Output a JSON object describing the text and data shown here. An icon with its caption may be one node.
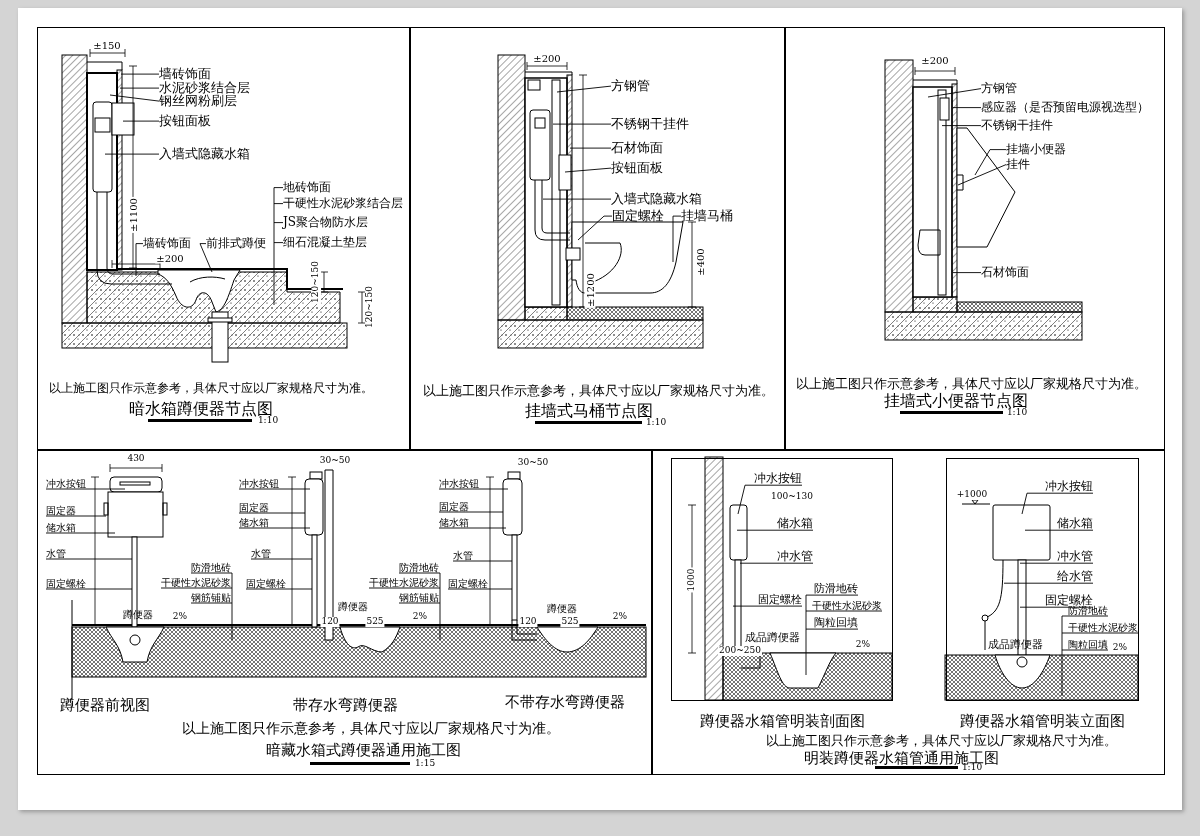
{
  "diagram": {
    "nodes": [
      {
        "text": [
          "以上施工图只作示意参考，具体尺寸应以厂家规格尺寸为准。",
          "暗水箱蹲便器节点图"
        ]
      },
      {
        "text": [
          "墙砖饰面"
        ],
        "in": 0
      },
      {
        "text": [
          "水泥砂浆结合层"
        ],
        "in": 0
      },
      {
        "text": [
          "钢丝网粉刷层"
        ],
        "in": 0
      },
      {
        "text": [
          "按钮面板"
        ],
        "in": 0
      },
      {
        "text": [
          "入墙式隐藏水箱"
        ],
        "in": 0
      },
      {
        "text": [
          "地砖饰面"
        ],
        "in": 0
      },
      {
        "text": [
          "干硬性水泥砂浆结合层"
        ],
        "in": 0
      },
      {
        "text": [
          "JS聚合物防水层"
        ],
        "in": 0
      },
      {
        "text": [
          "细石混凝土垫层"
        ],
        "in": 0
      },
      {
        "text": [
          "墙砖饰面"
        ],
        "in": 0
      },
      {
        "text": [
          "前排式蹲便"
        ],
        "in": 0
      },
      {
        "text": [
          "以上施工图只作示意参考，具体尺寸应以厂家规格尺寸为准。",
          "挂墙式马桶节点图"
        ]
      },
      {
        "text": [
          "方钢管"
        ],
        "in": 12
      },
      {
        "text": [
          "不锈钢干挂件"
        ],
        "in": 12
      },
      {
        "text": [
          "石材饰面"
        ],
        "in": 12
      },
      {
        "text": [
          "按钮面板"
        ],
        "in": 12
      },
      {
        "text": [
          "入墙式隐藏水箱"
        ],
        "in": 12
      },
      {
        "text": [
          "固定螺栓"
        ],
        "in": 12
      },
      {
        "text": [
          "挂墙马桶"
        ],
        "in": 12
      },
      {
        "text": [
          "以上施工图只作示意参考，具体尺寸应以厂家规格尺寸为准。",
          "挂墙式小便器节点图"
        ]
      },
      {
        "text": [
          "方钢管"
        ],
        "in": 20
      },
      {
        "text": [
          "感应器（是否预留电源视选型）"
        ],
        "in": 20
      },
      {
        "text": [
          "不锈钢干挂件"
        ],
        "in": 20
      },
      {
        "text": [
          "挂墙小便器"
        ],
        "in": 20
      },
      {
        "text": [
          "挂件"
        ],
        "in": 20
      },
      {
        "text": [
          "石材饰面"
        ],
        "in": 20
      },
      {
        "text": [
          "以上施工图只作示意参考，具体尺寸应以厂家规格尺寸为准。",
          "暗藏水箱式蹲便器通用施工图"
        ]
      },
      {
        "text": [
          "冲水按钮"
        ],
        "in": 27
      },
      {
        "text": [
          "固定器"
        ],
        "in": 27
      },
      {
        "text": [
          "储水箱"
        ],
        "in": 27
      },
      {
        "text": [
          "水管"
        ],
        "in": 27
      },
      {
        "text": [
          "固定螺栓"
        ],
        "in": 27
      },
      {
        "text": [
          "防滑地砖"
        ],
        "in": 27
      },
      {
        "text": [
          "干硬性水泥砂浆"
        ],
        "in": 27
      },
      {
        "text": [
          "钢筋铺贴"
        ],
        "in": 27
      },
      {
        "text": [
          "冲水按钮"
        ],
        "in": 27
      },
      {
        "text": [
          "固定器"
        ],
        "in": 27
      },
      {
        "text": [
          "储水箱"
        ],
        "in": 27
      },
      {
        "text": [
          "水管"
        ],
        "in": 27
      },
      {
        "text": [
          "固定螺栓"
        ],
        "in": 27
      },
      {
        "text": [
          "防滑地砖"
        ],
        "in": 27
      },
      {
        "text": [
          "干硬性水泥砂浆"
        ],
        "in": 27
      },
      {
        "text": [
          "钢筋铺贴"
        ],
        "in": 27
      },
      {
        "text": [
          "冲水按钮"
        ],
        "in": 27
      },
      {
        "text": [
          "固定器"
        ],
        "in": 27
      },
      {
        "text": [
          "储水箱"
        ],
        "in": 27
      },
      {
        "text": [
          "水管"
        ],
        "in": 27
      },
      {
        "text": [
          "固定螺栓"
        ],
        "in": 27
      },
      {
        "text": [
          "以上施工图只作示意参考，具体尺寸应以厂家规格尺寸为准。",
          "明装蹲便器水箱管通用施工图"
        ]
      },
      {
        "text": [],
        "shape": "box",
        "in": 49,
        "beside": [
          "蹲便器水箱管明装剖面图"
        ]
      },
      {
        "text": [
          "冲水按钮"
        ],
        "in": 50
      },
      {
        "text": [
          "储水箱"
        ],
        "in": 50
      },
      {
        "text": [
          "冲水管"
        ],
        "in": 50
      },
      {
        "text": [
          "固定螺栓"
        ],
        "in": 50
      },
      {
        "text": [
          "防滑地砖"
        ],
        "in": 50
      },
      {
        "text": [
          "干硬性水泥砂浆"
        ],
        "in": 50
      },
      {
        "text": [
          "陶粒回填"
        ],
        "in": 50
      },
      {
        "text": [],
        "shape": "box",
        "in": 49,
        "beside": [
          "蹲便器水箱管明装立面图"
        ]
      },
      {
        "text": [
          "冲水按钮"
        ],
        "in": 58
      },
      {
        "text": [
          "储水箱"
        ],
        "in": 58
      },
      {
        "text": [
          "冲水管"
        ],
        "in": 58
      },
      {
        "text": [
          "给水管"
        ],
        "in": 58
      },
      {
        "text": [
          "固定螺栓"
        ],
        "in": 58
      },
      {
        "text": [
          "防滑地砖"
        ],
        "in": 58
      },
      {
        "text": [
          "干硬性水泥砂浆"
        ],
        "in": 58
      },
      {
        "text": [
          "陶粒回填"
        ],
        "in": 58
      }
    ],
    "edges": [
      {
        "from": 1,
        "to": null,
        "arrow": "none"
      },
      {
        "from": 2,
        "to": null,
        "arrow": "none"
      },
      {
        "from": 3,
        "to": null,
        "arrow": "none"
      },
      {
        "from": 4,
        "to": null,
        "arrow": "none"
      },
      {
        "from": 5,
        "to": null,
        "arrow": "none"
      },
      {
        "from": 6,
        "to": null,
        "arrow": "none"
      },
      {
        "from": 7,
        "to": null,
        "arrow": "none"
      },
      {
        "from": 8,
        "to": null,
        "arrow": "none"
      },
      {
        "from": 9,
        "to": null,
        "arrow": "none"
      },
      {
        "from": 10,
        "to": null,
        "arrow": "none"
      },
      {
        "from": 11,
        "to": null,
        "arrow": "none"
      },
      {
        "from": 13,
        "to": null,
        "arrow": "none"
      },
      {
        "from": 14,
        "to": null,
        "arrow": "none"
      },
      {
        "from": 15,
        "to": null,
        "arrow": "none"
      },
      {
        "from": 16,
        "to": null,
        "arrow": "none"
      },
      {
        "from": 17,
        "to": null,
        "arrow": "none"
      },
      {
        "from": 18,
        "to": null,
        "arrow": "none"
      },
      {
        "from": 19,
        "to": null,
        "arrow": "none"
      },
      {
        "from": 21,
        "to": null,
        "arrow": "none"
      },
      {
        "from": 22,
        "to": null,
        "arrow": "none"
      },
      {
        "from": 23,
        "to": null,
        "arrow": "none"
      },
      {
        "from": 24,
        "to": null,
        "arrow": "none"
      },
      {
        "from": 25,
        "to": null,
        "arrow": "none"
      },
      {
        "from": 26,
        "to": null,
        "arrow": "none"
      },
      {
        "from": 28,
        "to": null,
        "arrow": "none"
      },
      {
        "from": 29,
        "to": null,
        "arrow": "none"
      },
      {
        "from": 30,
        "to": null,
        "arrow": "none"
      },
      {
        "from": 31,
        "to": null,
        "arrow": "none"
      },
      {
        "from": 32,
        "to": null,
        "arrow": "none"
      },
      {
        "from": 33,
        "to": null,
        "arrow": "none"
      },
      {
        "from": 34,
        "to": null,
        "arrow": "none"
      },
      {
        "from": 35,
        "to": null,
        "arrow": "none"
      },
      {
        "from": 36,
        "to": null,
        "arrow": "none"
      },
      {
        "from": 37,
        "to": null,
        "arrow": "none"
      },
      {
        "from": 38,
        "to": null,
        "arrow": "none"
      },
      {
        "from": 39,
        "to": null,
        "arrow": "none"
      },
      {
        "from": 40,
        "to": null,
        "arrow": "none"
      },
      {
        "from": 41,
        "to": null,
        "arrow": "none"
      },
      {
        "from": 42,
        "to": null,
        "arrow": "none"
      },
      {
        "from": 43,
        "to": null,
        "arrow": "none"
      },
      {
        "from": 44,
        "to": null,
        "arrow": "none"
      },
      {
        "from": 45,
        "to": null,
        "arrow": "none"
      },
      {
        "from": 46,
        "to": null,
        "arrow": "none"
      },
      {
        "from": 47,
        "to": null,
        "arrow": "none"
      },
      {
        "from": 48,
        "to": null,
        "arrow": "none"
      },
      {
        "from": 51,
        "to": null,
        "arrow": "none"
      },
      {
        "from": 52,
        "to": null,
        "arrow": "none"
      },
      {
        "from": 53,
        "to": null,
        "arrow": "none"
      },
      {
        "from": 54,
        "to": null,
        "arrow": "none"
      },
      {
        "from": 55,
        "to": null,
        "arrow": "none"
      },
      {
        "from": 56,
        "to": null,
        "arrow": "none"
      },
      {
        "from": 57,
        "to": null,
        "arrow": "none"
      },
      {
        "from": 59,
        "to": null,
        "arrow": "none"
      },
      {
        "from": 60,
        "to": null,
        "arrow": "none"
      },
      {
        "from": 61,
        "to": null,
        "arrow": "none"
      },
      {
        "from": 62,
        "to": null,
        "arrow": "none"
      },
      {
        "from": 63,
        "to": null,
        "arrow": "none"
      },
      {
        "from": 64,
        "to": null,
        "arrow": "none"
      },
      {
        "from": 65,
        "to": null,
        "arrow": "none"
      },
      {
        "from": 66,
        "to": null,
        "arrow": "none"
      }
    ],
    "labels": [
      "±150",
      "±1100",
      "±200",
      "120~150",
      "120~150",
      "1:10",
      "±200",
      "±1200",
      "±400",
      "1:10",
      "±200",
      "1:10",
      "430",
      "30~50",
      "30~50",
      "蹲便器",
      "2%",
      "120",
      "蹲便器",
      "525",
      "2%",
      "120",
      "蹲便器",
      "525",
      "2%",
      "蹲便器前视图",
      "带存水弯蹲便器",
      "不带存水弯蹲便器",
      "1:15",
      "100~130",
      "1000",
      "成品蹲便器",
      "200~250",
      "2%",
      "+1000",
      "成品蹲便器",
      "2%",
      "1:10"
    ]
  }
}
